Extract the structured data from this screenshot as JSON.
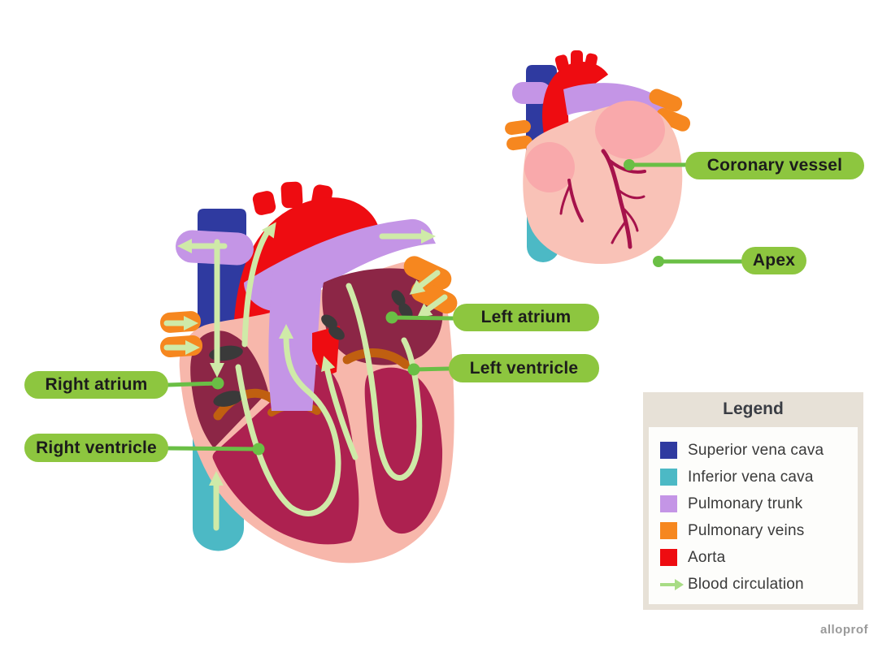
{
  "figure": "Anatomy of the human heart: internal cross-section and external view",
  "labels": {
    "right_atrium": "Right atrium",
    "right_ventricle": "Right ventricle",
    "left_atrium": "Left atrium",
    "left_ventricle": "Left ventricle",
    "coronary_vessel": "Coronary vessel",
    "apex": "Apex"
  },
  "legend": {
    "title": "Legend",
    "items": [
      {
        "label": "Superior vena cava",
        "color": "#2f3aa0",
        "swatch": "square"
      },
      {
        "label": "Inferior vena cava",
        "color": "#4cb9c5",
        "swatch": "square"
      },
      {
        "label": "Pulmonary trunk",
        "color": "#c495e6",
        "swatch": "square"
      },
      {
        "label": "Pulmonary veins",
        "color": "#f6871f",
        "swatch": "square"
      },
      {
        "label": "Aorta",
        "color": "#ee0c11",
        "swatch": "square"
      },
      {
        "label": "Blood circulation",
        "color": "#a8dc85",
        "swatch": "arrow"
      }
    ]
  },
  "colors": {
    "flow_arrow_green": "#cfeaa8",
    "label_pill_green": "#8dc63f",
    "label_text": "#1c1c1c",
    "leader_line_green": "#6abf45",
    "heart_wall_pink": "#f7b7ab",
    "small_heart_pink": "#f9c2b7",
    "auricle_pink": "#f9a9ab",
    "atrium_maroon": "#8c2646",
    "ventricle_crimson": "#ad2150",
    "valve_brown": "#c05f10",
    "vein_opening_dark": "#3a3a3a",
    "coronary_crimson": "#a6124b",
    "legend_frame": "#e7e1d7",
    "legend_panel": "#fdfdfb",
    "legend_text": "#3a3a3a",
    "background": "#ffffff",
    "watermark_gray": "#9a9a9a"
  },
  "watermark": "alloprof"
}
